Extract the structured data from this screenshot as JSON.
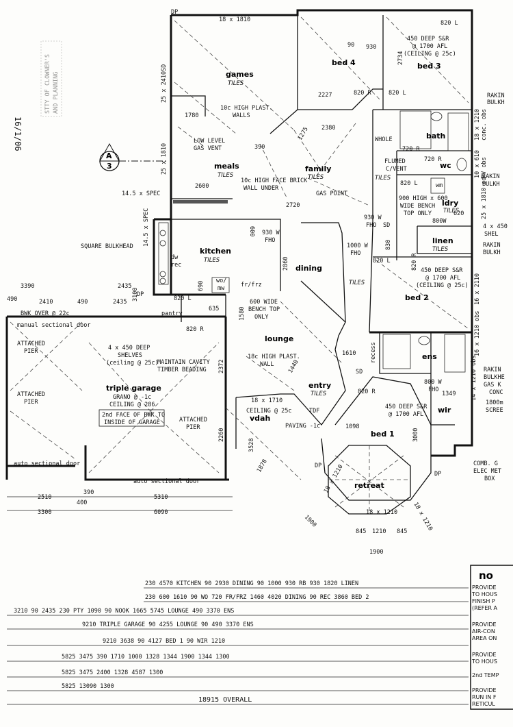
{
  "rooms": {
    "games": "games",
    "bed4": "bed 4",
    "bed3": "bed 3",
    "bath": "bath",
    "meals": "meals",
    "family": "family",
    "wc": "wc",
    "ldry": "ldry",
    "linen": "linen",
    "kitchen": "kitchen",
    "dining": "dining",
    "bed2": "bed 2",
    "lounge": "lounge",
    "pantry": "pantry",
    "ens": "ens",
    "wir": "wir",
    "entry": "entry",
    "bed1": "bed 1",
    "retreat": "retreat",
    "vdah": "vdah",
    "garage": "triple garage"
  },
  "tiles": "TILES",
  "labels": {
    "dp": "DP",
    "games_dim": "18 x 1810",
    "wall_10c": "10c HIGH PLAST.",
    "walls": "WALLS",
    "low_level": "LOW LEVEL",
    "gas_vent": "GAS VENT",
    "d1780": "1780",
    "d2227": "2227",
    "d2380": "2380",
    "d390": "390",
    "d1275": "1275",
    "sill_25a": "25 x 2410SD",
    "sill_25b": "25 x 1810",
    "d2600": "2600",
    "brick1": "10c HIGH FACE BRICK",
    "brick2": "WALL UNDER",
    "gas_point": "GAS POINT",
    "d2720": "2720",
    "spec1": "14.5 x SPEC",
    "spec2": "14.5 x SPEC",
    "d600a": "600",
    "square_bh": "SQUARE BULKHEAD",
    "d930w": "930 W",
    "fho": "FHO",
    "d2860": "2860",
    "dw": "dw",
    "rec": "rec",
    "wo_mw_a": "wo/",
    "wo_mw_b": "mw",
    "frfrz": "fr/frz",
    "d690": "690",
    "d820l": "820 L",
    "d635": "635",
    "d1580": "1580",
    "bench1": "600 WIDE",
    "bench2": "BENCH TOP",
    "bench3": "ONLY",
    "d820r": "820 R",
    "d3390": "3390",
    "d2435a": "2435",
    "d3100": "3100",
    "d490a": "490",
    "d2410": "2410",
    "d490b": "490",
    "d2435b": "2435",
    "bwk_over": "BWK OVER @ 22c",
    "man_door": "manual sectional door",
    "att_pier1": "ATTACHED",
    "att_pier1b": "PIER",
    "att_pier2": "ATTACHED",
    "att_pier2b": "PIER",
    "att_pier3": "ATTACHED",
    "att_pier3b": "PIER",
    "shelves1": "4 x 450 DEEP",
    "shelves2": "SHELVES",
    "shelves3": "(ceiling @ 25c)",
    "cavity1": "MAINTAIN CAVITY",
    "cavity2": "TIMBER BEADING",
    "d2372": "2372",
    "d18c": "18c HIGH PLAST.",
    "wall": "WALL",
    "grano": "GRANO @ -1c",
    "ceiling286": "CEILING @ 286",
    "face1": "2nd FACE OF BWK TO",
    "face2": "INSIDE OF GARAGE",
    "d2260": "2260",
    "vdah_dim": "18 x 1710",
    "vdah_ceil": "CEILING @ 25c",
    "paving": "PAVING -1c",
    "tdf": "TDF",
    "d1878": "1878",
    "d3528": "3528",
    "d1098": "1098",
    "d3000": "3000",
    "auto_door1": "auto sectional door",
    "auto_door2": "auto sectional door",
    "d2510": "2510",
    "d390b": "390",
    "d400": "400",
    "d5310": "5310",
    "d3300": "3300",
    "d6090": "6090",
    "bed3_s1": "450 DEEP S&R",
    "bed3_s2": "@ 1700 AFL",
    "bed3_s3": "(CEILING @ 25c)",
    "d2734": "2734",
    "d930": "930",
    "d90": "90",
    "d820la": "820 L",
    "d820lb": "820 L",
    "d820ra": "820 R",
    "whole": "WHOLE",
    "d720r": "720 R",
    "d720r2": "720 R",
    "flumed": "FLUMED",
    "cvent": "C/VENT",
    "wm": "wm",
    "bench_900a": "900 HIGH x 600",
    "bench_900b": "WIDE BENCH",
    "bench_900c": "TOP ONLY",
    "d800w": "800W",
    "d930wb": "930 W",
    "sd": "SD",
    "d1000w": "1000 W",
    "d830": "830",
    "d620": "620",
    "bed2_s1": "450 DEEP S&R",
    "bed2_s2": "@ 1700 AFL",
    "bed2_s3": "(CEILING @ 25c)",
    "d820lc": "820 L",
    "d820rb": "820 R",
    "recess": "recess",
    "d800w2": "800 W",
    "d1349": "1349",
    "bed1_s1": "450 DEEP S&R",
    "bed1_s2": "@ 1700 AFL",
    "d1610": "1610",
    "d820rc": "820 R",
    "d1440": "1440",
    "d1210": "18 x 1210",
    "d1210b": "18 x 1210",
    "d1210c": "18 x 1210",
    "d845": "845",
    "d1900": "1900",
    "d1210d": "1210",
    "d845b": "845",
    "d1900b": "1900",
    "right1": "RAKIN",
    "right2": "BULKH",
    "right3": "10 x 610",
    "right4": "PV obs",
    "right5": "RAKIN",
    "right6": "BULKH",
    "right7": "25 x 1810 sd",
    "right8": "4 x 450",
    "right9": "SHEL",
    "right10": "RAKIN",
    "right11": "BULKH",
    "right12": "16 x 2110",
    "right13": "16 x 1210 obs",
    "right14": "14 x 1210 obs",
    "right15": "RAKIN",
    "right16": "BULKHE",
    "right17": "GAS K",
    "right18": "CONC",
    "right19": "1800m",
    "right20": "SCREE",
    "right21": "COMB. G",
    "right22": "ELEC MET",
    "right23": "BOX",
    "right24": "18 x 1210",
    "right25": "conc. obs",
    "section_a": "A",
    "section_3": "3",
    "stamp1": "STTY OF CLOWNER'S",
    "stamp2": "AND PLANNING",
    "stamp_date": "16/1/06"
  },
  "dimension_rows": [
    {
      "text": "230  4570 KITCHEN  90  2930 DINING  90  1000  930  RB  930  1820 LINEN"
    },
    {
      "text": "230  600  1610  90  WO  720  FR/FRZ  1460  4020 DINING  90  REC  3860 BED 2"
    },
    {
      "text": "3210  90  2435  230  PTY  1090  90  NOOK  1665  5745 LOUNGE  490  3370 ENS"
    },
    {
      "text": "9210 TRIPLE GARAGE  90  4255 LOUNGE  90  490  3370 ENS"
    },
    {
      "text": "9210  3638  90  4127 BED 1  90  WIR  1210"
    },
    {
      "text": "5825  3475  390  1710  1000  1328  1344  1900  1344  1300"
    },
    {
      "text": "5825  3475  2400  1328  4587  1300"
    },
    {
      "text": "5825  13090  1300"
    },
    {
      "text": "18915 OVERALL"
    }
  ],
  "notes": {
    "title": "no",
    "n1": "PROVIDE",
    "n2": "TO HOUS",
    "n3": "FINISH P",
    "n4": "(REFER A",
    "n5": "PROVIDE",
    "n6": "AIR-CON",
    "n7": "AREA ON",
    "n8": "PROVIDE",
    "n9": "TO HOUS",
    "n10": "2nd TEMP",
    "n11": "PROVIDE",
    "n12": "RUN IN F",
    "n13": "RETICUL"
  }
}
